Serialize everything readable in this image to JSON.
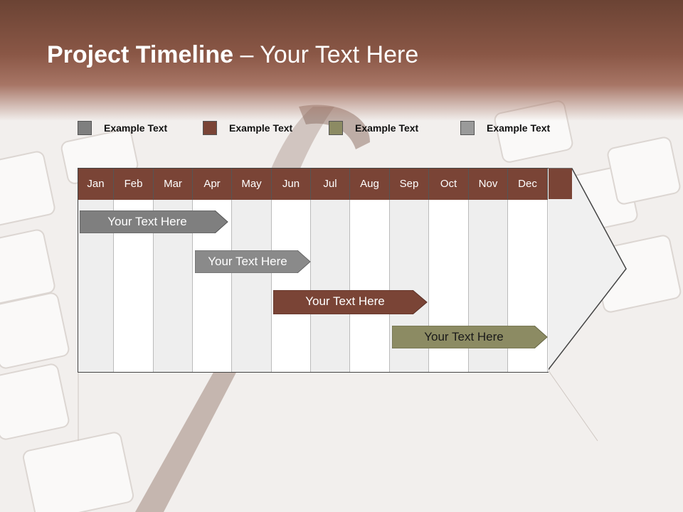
{
  "title": {
    "bold": "Project Timeline",
    "rest": " – Your Text Here"
  },
  "legend": [
    {
      "label": "Example Text",
      "color": "#7f7f7f"
    },
    {
      "label": "Example Text",
      "color": "#7a4436"
    },
    {
      "label": "Example Text",
      "color": "#8c8b63"
    },
    {
      "label": "Example Text",
      "color": "#9a9a9a"
    }
  ],
  "months": [
    "Jan",
    "Feb",
    "Mar",
    "Apr",
    "May",
    "Jun",
    "Jul",
    "Aug",
    "Sep",
    "Oct",
    "Nov",
    "Dec"
  ],
  "tasks": [
    {
      "label": "Your  Text Here",
      "color": "#7f7f7f"
    },
    {
      "label": "Your  Text Here",
      "color": "#8a8a8a"
    },
    {
      "label": "Your  Text Here",
      "color": "#7a4436"
    },
    {
      "label": "Your  Text Here",
      "color": "#8c8b63"
    }
  ]
}
